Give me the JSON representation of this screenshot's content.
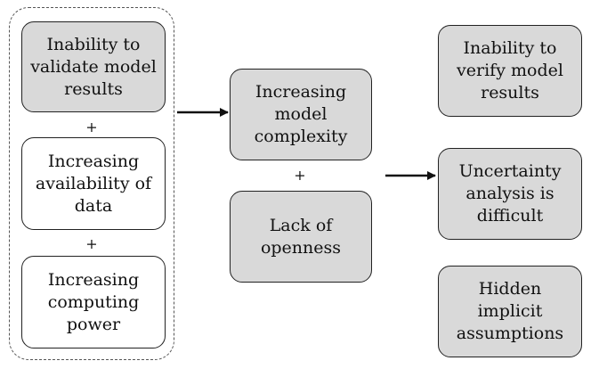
{
  "left_group": {
    "box1": "Inability to validate model results",
    "box2": "Increasing availability of data",
    "box3": "Increasing computing power",
    "plus1": "+",
    "plus2": "+"
  },
  "middle_group": {
    "box1": "Increasing model complexity",
    "box2": "Lack of openness",
    "plus": "+"
  },
  "outcomes": {
    "box1": "Inability to verify model results",
    "box2": "Uncertainty analysis is difficult",
    "box3": "Hidden implicit assumptions"
  }
}
